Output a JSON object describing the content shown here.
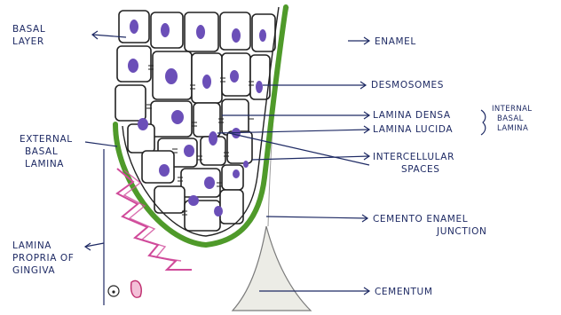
{
  "labels": {
    "basal_layer": [
      "BASAL",
      "LAYER"
    ],
    "enamel": "ENAMEL",
    "desmosomes": "DESMOSOMES",
    "lamina_densa": "LAMINA DENSA",
    "lamina_lucida": "LAMINA LUCIDA",
    "internal_basal_lamina": [
      "INTERNAL",
      "BASAL",
      "LAMINA"
    ],
    "external_basal_lamina": [
      "EXTERNAL",
      "BASAL",
      "LAMINA"
    ],
    "intercellular_spaces": [
      "INTERCELLULAR",
      "SPACES"
    ],
    "cemento_enamel_junction": [
      "CEMENTO ENAMEL",
      "JUNCTION"
    ],
    "lamina_propria": [
      "LAMINA",
      "PROPRIA OF",
      "GINGIVA"
    ],
    "cementum": "CEMENTUM"
  },
  "colors": {
    "ink": "#1e2a64",
    "cell_outline": "#222222",
    "nucleus": "#6b4fb8",
    "basal_lamina": "#4f9a2a",
    "fibres": "#d04a9a",
    "cementum": "#ecece6"
  }
}
